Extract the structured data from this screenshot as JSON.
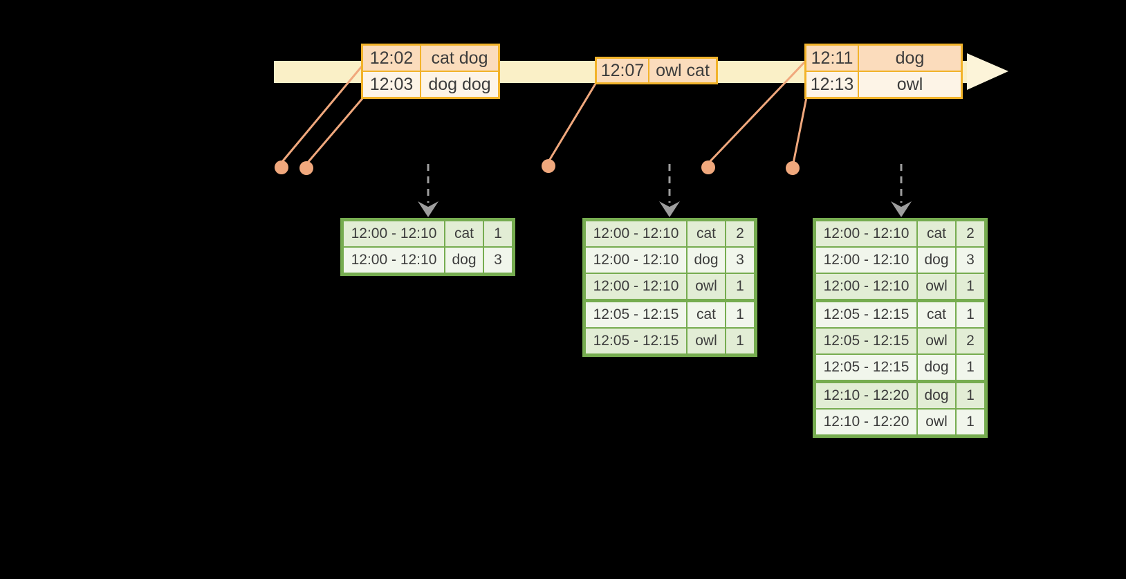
{
  "colors": {
    "background": "#000000",
    "timeline_band": "#FAF0C7",
    "timeline_arrowhead": "#FCF4D9",
    "event_border": "#F2B32A",
    "event_fill_dark": "#FBDCBC",
    "event_fill_light": "#FDF4E7",
    "connector": "#F0A87D",
    "table_border": "#76AC50",
    "cell_fill_green": "#E2EDD5",
    "cell_fill_white": "#F1F6EC",
    "trigger_arrow": "#9E9E9E",
    "text": "#3C3C3C"
  },
  "event_boxes": [
    {
      "rows": [
        {
          "time": "12:02",
          "words": "cat dog"
        },
        {
          "time": "12:03",
          "words": "dog dog"
        }
      ]
    },
    {
      "rows": [
        {
          "time": "12:07",
          "words": "owl cat"
        }
      ]
    },
    {
      "rows": [
        {
          "time": "12:11",
          "words": "dog"
        },
        {
          "time": "12:13",
          "words": "owl"
        }
      ]
    }
  ],
  "result_tables": [
    {
      "rows": [
        {
          "window": "12:00 - 12:10",
          "word": "cat",
          "count": "1",
          "group": 0
        },
        {
          "window": "12:00 - 12:10",
          "word": "dog",
          "count": "3",
          "group": 0
        }
      ]
    },
    {
      "rows": [
        {
          "window": "12:00 - 12:10",
          "word": "cat",
          "count": "2",
          "group": 0
        },
        {
          "window": "12:00 - 12:10",
          "word": "dog",
          "count": "3",
          "group": 0
        },
        {
          "window": "12:00 - 12:10",
          "word": "owl",
          "count": "1",
          "group": 0
        },
        {
          "window": "12:05 - 12:15",
          "word": "cat",
          "count": "1",
          "group": 1
        },
        {
          "window": "12:05 - 12:15",
          "word": "owl",
          "count": "1",
          "group": 1
        }
      ]
    },
    {
      "rows": [
        {
          "window": "12:00 - 12:10",
          "word": "cat",
          "count": "2",
          "group": 0
        },
        {
          "window": "12:00 - 12:10",
          "word": "dog",
          "count": "3",
          "group": 0
        },
        {
          "window": "12:00 - 12:10",
          "word": "owl",
          "count": "1",
          "group": 0
        },
        {
          "window": "12:05 - 12:15",
          "word": "cat",
          "count": "1",
          "group": 1
        },
        {
          "window": "12:05 - 12:15",
          "word": "owl",
          "count": "2",
          "group": 1
        },
        {
          "window": "12:05 - 12:15",
          "word": "dog",
          "count": "1",
          "group": 1
        },
        {
          "window": "12:10 - 12:20",
          "word": "dog",
          "count": "1",
          "group": 2
        },
        {
          "window": "12:10 - 12:20",
          "word": "owl",
          "count": "1",
          "group": 2
        }
      ]
    }
  ]
}
